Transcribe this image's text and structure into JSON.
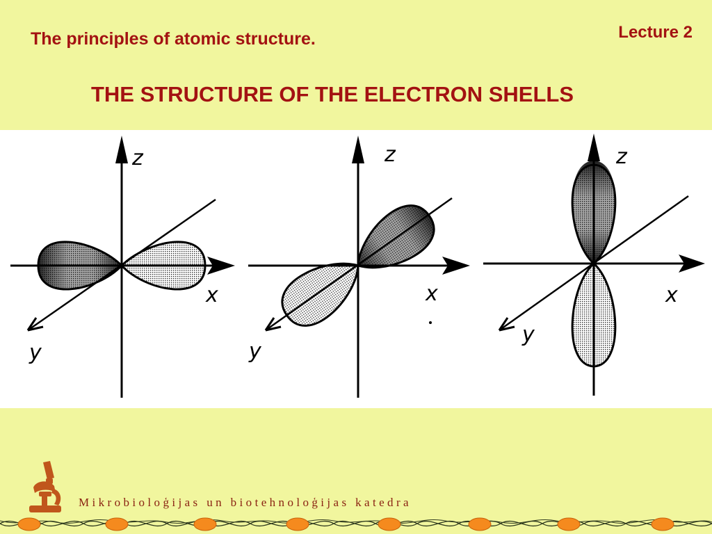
{
  "header": {
    "subtitle": "The principles of atomic structure.",
    "lecture": "Lecture 2",
    "title": "THE STRUCTURE OF THE ELECTRON SHELLS"
  },
  "diagrams": [
    {
      "orientation": "along-x",
      "labels": {
        "z": "z",
        "x": "x",
        "y": "y"
      }
    },
    {
      "orientation": "along-y",
      "labels": {
        "z": "z",
        "x": "x",
        "y": "y"
      }
    },
    {
      "orientation": "along-z",
      "labels": {
        "z": "z",
        "x": "x",
        "y": "y"
      }
    }
  ],
  "footer": {
    "department": "Mikrobioloģijas un biotehnoloģijas katedra",
    "logo_icon": "microscope-icon"
  },
  "colors": {
    "background": "#f1f69e",
    "heading": "#a31212",
    "logo": "#c0561c",
    "bead": "#f58a1e"
  }
}
